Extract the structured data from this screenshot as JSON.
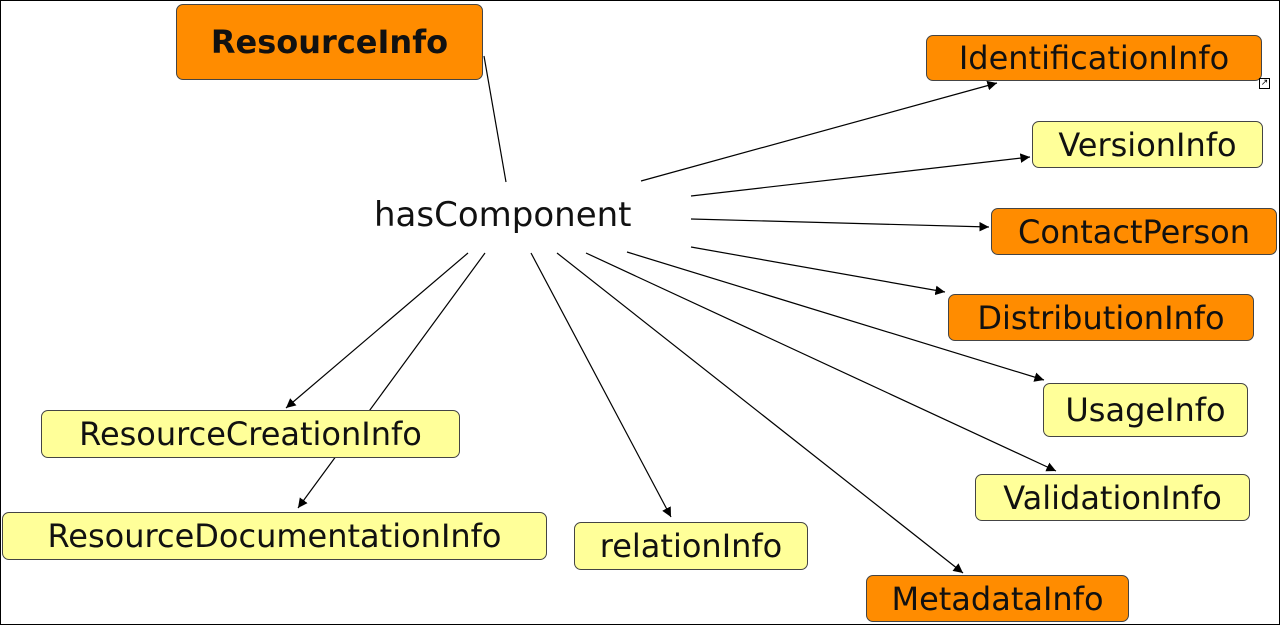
{
  "diagram": {
    "root": {
      "label": "ResourceInfo",
      "fill": "#ff8c00"
    },
    "relation": {
      "label": "hasComponent"
    },
    "colors": {
      "orange": "#ff8c00",
      "yellow": "#ffff99",
      "edge": "#000000"
    },
    "link_icon": {
      "name": "shortcut-arrow-icon",
      "glyph": "↗"
    },
    "nodes": [
      {
        "id": "identification-info",
        "label": "IdentificationInfo",
        "fill": "#ff8c00"
      },
      {
        "id": "version-info",
        "label": "VersionInfo",
        "fill": "#ffff99"
      },
      {
        "id": "contact-person",
        "label": "ContactPerson",
        "fill": "#ff8c00"
      },
      {
        "id": "distribution-info",
        "label": "DistributionInfo",
        "fill": "#ff8c00"
      },
      {
        "id": "usage-info",
        "label": "UsageInfo",
        "fill": "#ffff99"
      },
      {
        "id": "validation-info",
        "label": "ValidationInfo",
        "fill": "#ffff99"
      },
      {
        "id": "metadata-info",
        "label": "MetadataInfo",
        "fill": "#ff8c00"
      },
      {
        "id": "relation-info",
        "label": "relationInfo",
        "fill": "#ffff99"
      },
      {
        "id": "resource-creation-info",
        "label": "ResourceCreationInfo",
        "fill": "#ffff99"
      },
      {
        "id": "resource-documentation-info",
        "label": "ResourceDocumentationInfo",
        "fill": "#ffff99"
      }
    ]
  }
}
